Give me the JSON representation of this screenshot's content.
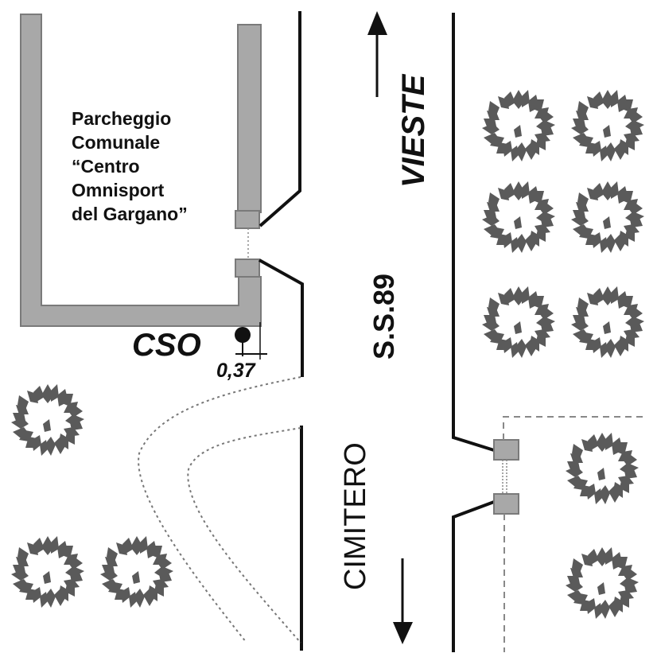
{
  "parking": {
    "label_lines": [
      "Parcheggio",
      "Comunale",
      "“Centro",
      "Omnisport",
      "del Gargano”"
    ]
  },
  "cso": {
    "label": "CSO",
    "dimension": "0,37"
  },
  "road": {
    "name": "S.S.89",
    "direction_north": "VIESTE",
    "direction_south": "CIMITERO"
  },
  "colors": {
    "wall_fill": "#a8a8a8",
    "wall_stroke": "#7a7a7a",
    "tree": "#5a5a5a",
    "kerb": "#111111",
    "dotted": "#777777"
  },
  "icons": [
    "tree-icon",
    "arrow-up-icon",
    "arrow-down-icon",
    "manhole-icon"
  ]
}
